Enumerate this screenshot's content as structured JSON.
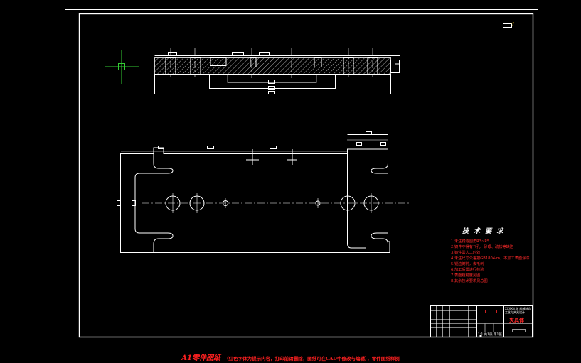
{
  "drawing": {
    "tech_requirements_title": "技 术 要 求",
    "tech_requirements": [
      "1.未注铸造圆角R3~R5",
      "2.铸件不得有气孔、砂眼、疏松等缺陷",
      "3.铸件需人工时效",
      "4.未注尺寸公差按GB1804-m，不加工表面涂漆",
      "5.锐边倒钝，去毛刺",
      "6.加工后需进行检验",
      "7.表面粗糙度见图",
      "8.其余技术要求见总图"
    ],
    "title_block": {
      "part_name": "夹具体",
      "school": "XXXX大学 机械制造工艺与夹具设计",
      "scale_text": "1:1  共1张 第1张"
    },
    "footer": {
      "main": "A1零件图纸",
      "note": "（红色字体为提示内容，打印前请删除，图纸可在CAD中修改与编辑），零件图纸样例"
    }
  },
  "colors": {
    "background": "#000000",
    "lines": "#ffffff",
    "annotation": "#ff2a2a",
    "cursor": "#33cc33",
    "marker": "#ffd21f"
  },
  "icons": {
    "cursor": "crosshair-cursor-icon",
    "marker": "view-marker-icon"
  }
}
